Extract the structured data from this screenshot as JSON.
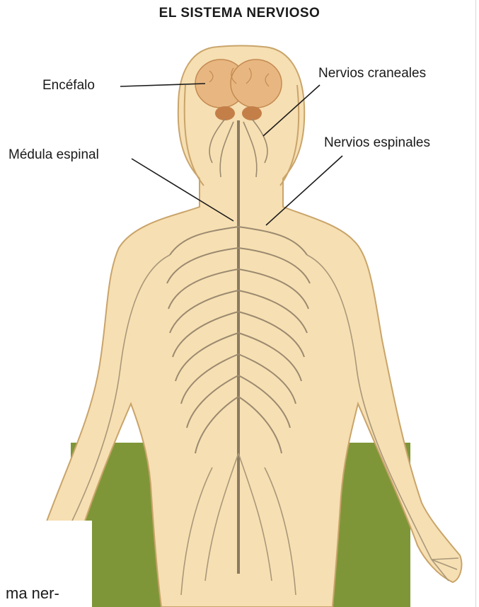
{
  "title": "EL SISTEMA NERVIOSO",
  "labels": {
    "encefalo": "Encéfalo",
    "nervios_craneales": "Nervios craneales",
    "medula_espinal": "Médula espinal",
    "nervios_espinales": "Nervios espinales"
  },
  "caption_fragment": "ma ner-",
  "colors": {
    "skin": "#f6dfb2",
    "outline": "#c9a46a",
    "nerve": "#9b8a70",
    "brain": "#e8b781",
    "background_panel": "#7f9638"
  }
}
